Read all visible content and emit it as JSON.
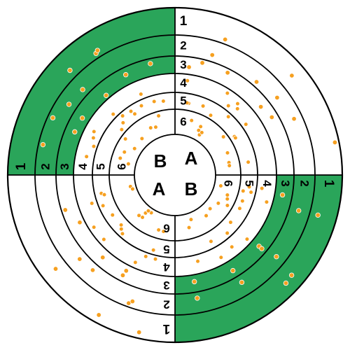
{
  "colors": {
    "green": "#2aa55a",
    "dot": "#f6a020",
    "dotStroke": "#ffffff",
    "line": "#000000",
    "background": "#ffffff"
  },
  "ring_labels": [
    "1",
    "2",
    "3",
    "4",
    "5",
    "6"
  ],
  "center_labels": {
    "top_left": "B",
    "top_right": "A",
    "bottom_left": "A",
    "bottom_right": "B"
  },
  "dots_per_ring": [
    12,
    16,
    20,
    24,
    30,
    36
  ]
}
